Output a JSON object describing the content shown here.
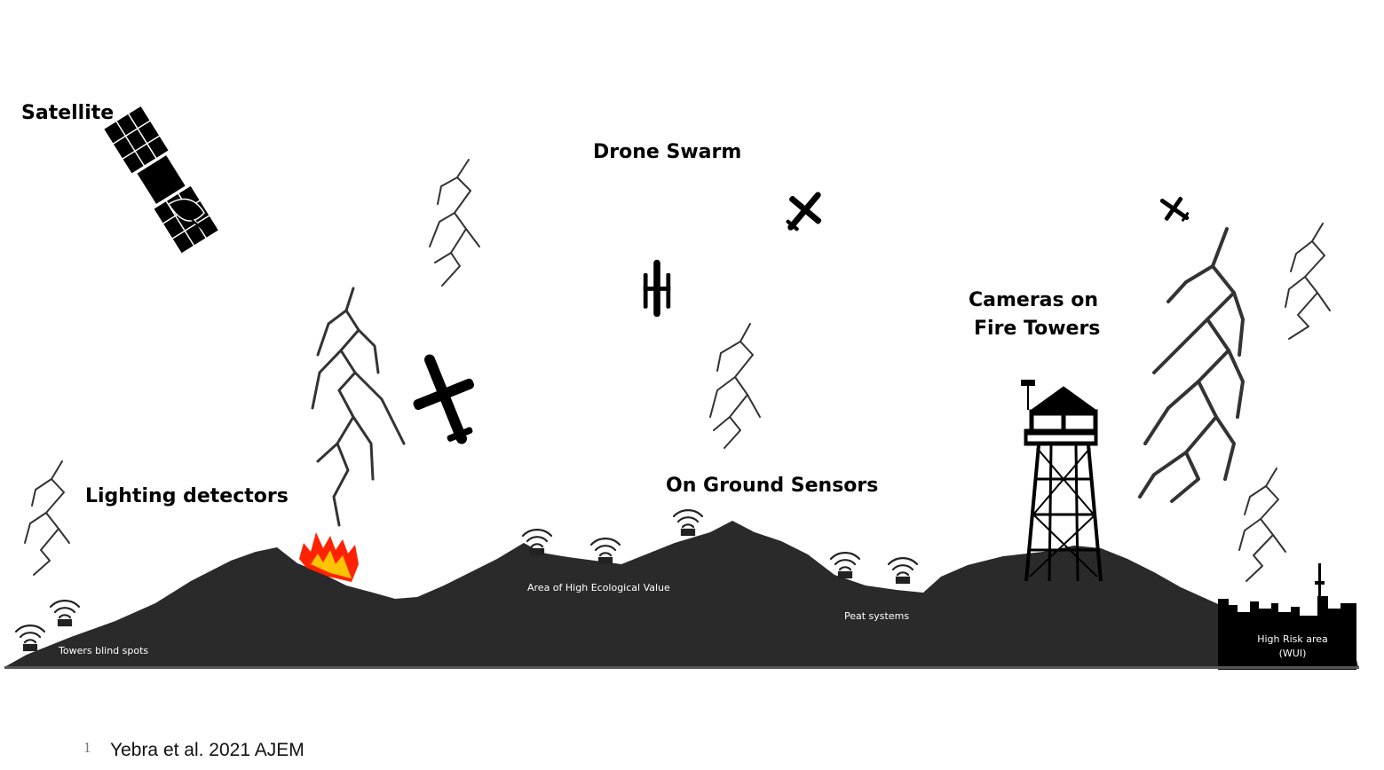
{
  "labels": {
    "satellite": "Satellite",
    "drone_swarm": "Drone Swarm",
    "cameras_line1": "Cameras on",
    "cameras_line2": "Fire Towers",
    "lighting_detectors": "Lighting detectors",
    "ground_sensors": "On Ground Sensors"
  },
  "terrain_labels": {
    "towers_blind_spots": "Towers blind spots",
    "ecological": "Area of High Ecological Value",
    "peat": "Peat systems",
    "high_risk_line1": "High Risk area",
    "high_risk_line2": "(WUI)"
  },
  "footnote": {
    "number": "1",
    "text": "Yebra et al. 2021 AJEM"
  },
  "colors": {
    "terrain": "#2b2a2a",
    "silhouette": "#000000",
    "fire_outer": "#ff2200",
    "fire_inner": "#ffc400",
    "lightning": "#333333"
  }
}
